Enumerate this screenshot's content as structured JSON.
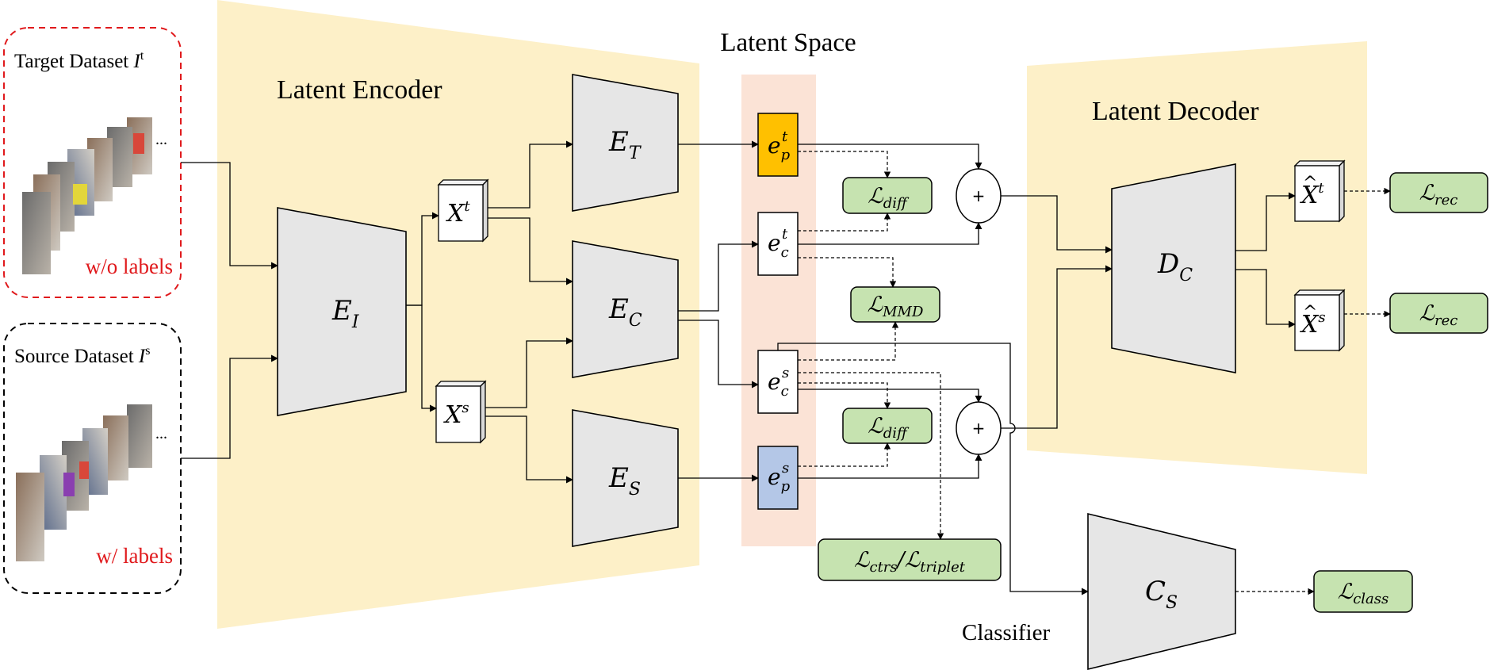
{
  "titles": {
    "latent_space": "Latent Space",
    "latent_encoder": "Latent Encoder",
    "latent_decoder": "Latent Decoder",
    "classifier": "Classifier"
  },
  "datasets": {
    "target": {
      "label": "Target Dataset ",
      "symbol": "I",
      "sup": "t",
      "note": "w/o labels",
      "ellipsis": "..."
    },
    "source": {
      "label": "Source Dataset ",
      "symbol": "I",
      "sup": "s",
      "note": "w/ labels",
      "ellipsis": "..."
    }
  },
  "modules": {
    "EI": {
      "base": "E",
      "sub": "I"
    },
    "ET": {
      "base": "E",
      "sub": "T"
    },
    "EC": {
      "base": "E",
      "sub": "C"
    },
    "ES": {
      "base": "E",
      "sub": "S"
    },
    "DC": {
      "base": "D",
      "sub": "C"
    },
    "CS": {
      "base": "C",
      "sub": "S"
    }
  },
  "features": {
    "Xt": {
      "base": "X",
      "sup": "t"
    },
    "Xs": {
      "base": "X",
      "sup": "s"
    },
    "Xhat_t": {
      "base": "X",
      "sup": "t",
      "hat": "^"
    },
    "Xhat_s": {
      "base": "X",
      "sup": "s",
      "hat": "^"
    }
  },
  "embeddings": {
    "ept": {
      "base": "e",
      "sub": "p",
      "sup": "t"
    },
    "ect": {
      "base": "e",
      "sub": "c",
      "sup": "t"
    },
    "ecs": {
      "base": "e",
      "sub": "c",
      "sup": "s"
    },
    "eps": {
      "base": "e",
      "sub": "p",
      "sup": "s"
    }
  },
  "losses": {
    "diff1": {
      "base": "ℒ",
      "sub": "diff"
    },
    "mmd": {
      "base": "ℒ",
      "sub": "MMD"
    },
    "diff2": {
      "base": "ℒ",
      "sub": "diff"
    },
    "ctrs": {
      "base": "ℒ",
      "sub": "ctrs",
      "sep": "/",
      "base2": "ℒ",
      "sub2": "triplet"
    },
    "rec1": {
      "base": "ℒ",
      "sub": "rec"
    },
    "rec2": {
      "base": "ℒ",
      "sub": "rec"
    },
    "class": {
      "base": "ℒ",
      "sub": "class"
    }
  },
  "ops": {
    "plus": "+"
  },
  "colors": {
    "panel": "#fdf0c8",
    "latent": "#fbe3d6",
    "module": "#e6e6e6",
    "loss": "#c6e3b0",
    "ept": "#ffc000",
    "eps": "#b4c7e7",
    "red": "#e0191c"
  }
}
